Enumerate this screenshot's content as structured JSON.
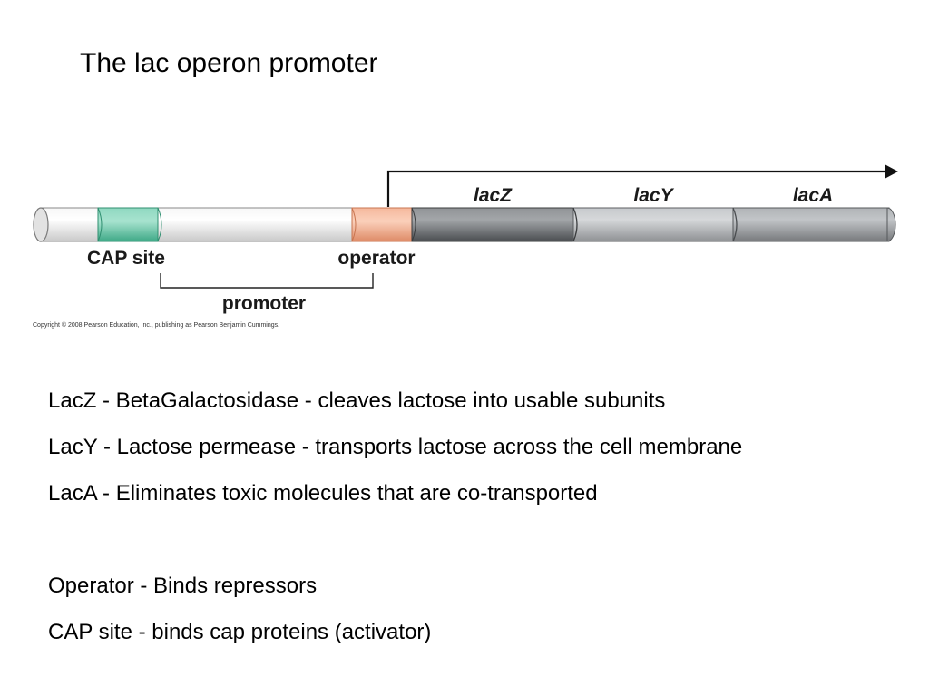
{
  "slide": {
    "title": "The lac operon promoter"
  },
  "diagram": {
    "genes": [
      "lacZ",
      "lacY",
      "lacA"
    ],
    "labels": {
      "cap_site": "CAP site",
      "operator": "operator",
      "promoter": "promoter"
    },
    "copyright": "Copyright © 2008 Pearson Education, Inc., publishing as Pearson Benjamin Cummings.",
    "colors": {
      "cap_site": "#5fc2a3",
      "operator": "#f0a080",
      "lacZ": "#6e7174",
      "lacY": "#b0b3b6",
      "lacA": "#9b9ea1",
      "dna": "#e8e8e8"
    }
  },
  "notes": [
    "LacZ - BetaGalactosidase - cleaves lactose into usable subunits",
    "LacY - Lactose permease - transports lactose across the cell membrane",
    "LacA - Eliminates toxic molecules that are co-transported",
    "",
    "Operator - Binds repressors",
    "CAP site - binds cap proteins (activator)"
  ]
}
